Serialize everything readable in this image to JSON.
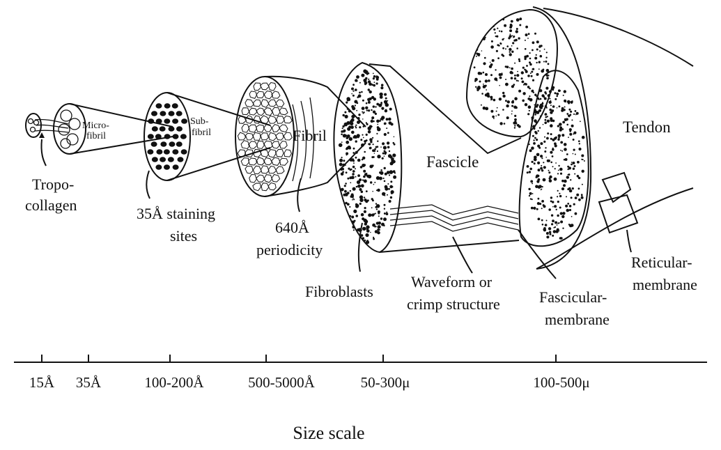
{
  "labels": {
    "microfibril": [
      "Micro-",
      "fibril"
    ],
    "subfibril": [
      "Sub-",
      "fibril"
    ],
    "fibril": "Fibril",
    "fascicle": "Fascicle",
    "tendon": "Tendon",
    "tropocollagen": [
      "Tropo-",
      "collagen"
    ],
    "staining_sites": [
      "35Å staining",
      "sites"
    ],
    "periodicity": [
      "640Å",
      "periodicity"
    ],
    "fibroblasts": "Fibroblasts",
    "waveform": [
      "Waveform or",
      "crimp structure"
    ],
    "fascicular_membrane": [
      "Fascicular-",
      "membrane"
    ],
    "reticular_membrane": [
      "Reticular-",
      "membrane"
    ]
  },
  "scale": {
    "ticks": [
      "15Å",
      "35Å",
      "100-200Å",
      "500-5000Å",
      "50-300μ",
      "100-500μ"
    ],
    "title": "Size scale"
  }
}
